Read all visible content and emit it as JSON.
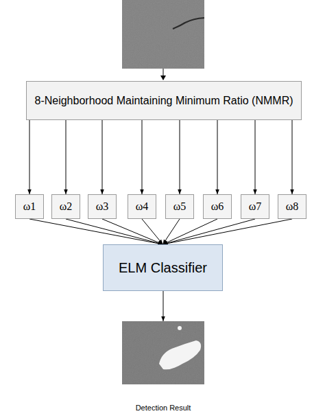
{
  "diagram": {
    "nodes": [
      {
        "text": [
          "8-Neighborhood Maintaining Minimum Ratio (NMMR)"
        ]
      },
      {
        "text": [
          "ω1"
        ]
      },
      {
        "text": [
          "ω2"
        ]
      },
      {
        "text": [
          "ω3"
        ]
      },
      {
        "text": [
          "ω4"
        ]
      },
      {
        "text": [
          "ω5"
        ]
      },
      {
        "text": [
          "ω6"
        ]
      },
      {
        "text": [
          "ω7"
        ]
      },
      {
        "text": [
          "ω8"
        ]
      },
      {
        "text": [
          "ELM Classifier"
        ]
      },
      {
        "text": [
          "Detection Result"
        ]
      }
    ],
    "edges": [
      {
        "from": 0,
        "to": 1,
        "arrow": "to"
      },
      {
        "from": 0,
        "to": 2,
        "arrow": "to"
      },
      {
        "from": 0,
        "to": 3,
        "arrow": "to"
      },
      {
        "from": 0,
        "to": 4,
        "arrow": "to"
      },
      {
        "from": 0,
        "to": 5,
        "arrow": "to"
      },
      {
        "from": 0,
        "to": 6,
        "arrow": "to"
      },
      {
        "from": 0,
        "to": 7,
        "arrow": "to"
      },
      {
        "from": 0,
        "to": 8,
        "arrow": "to"
      },
      {
        "from": 1,
        "to": 9,
        "arrow": "to"
      },
      {
        "from": 2,
        "to": 9,
        "arrow": "to"
      },
      {
        "from": 3,
        "to": 9,
        "arrow": "to"
      },
      {
        "from": 4,
        "to": 9,
        "arrow": "to"
      },
      {
        "from": 5,
        "to": 9,
        "arrow": "to"
      },
      {
        "from": 6,
        "to": 9,
        "arrow": "to"
      },
      {
        "from": 7,
        "to": 9,
        "arrow": "to"
      },
      {
        "from": 8,
        "to": 9,
        "arrow": "to"
      },
      {
        "from": 9,
        "to": 10,
        "arrow": "to"
      }
    ]
  }
}
